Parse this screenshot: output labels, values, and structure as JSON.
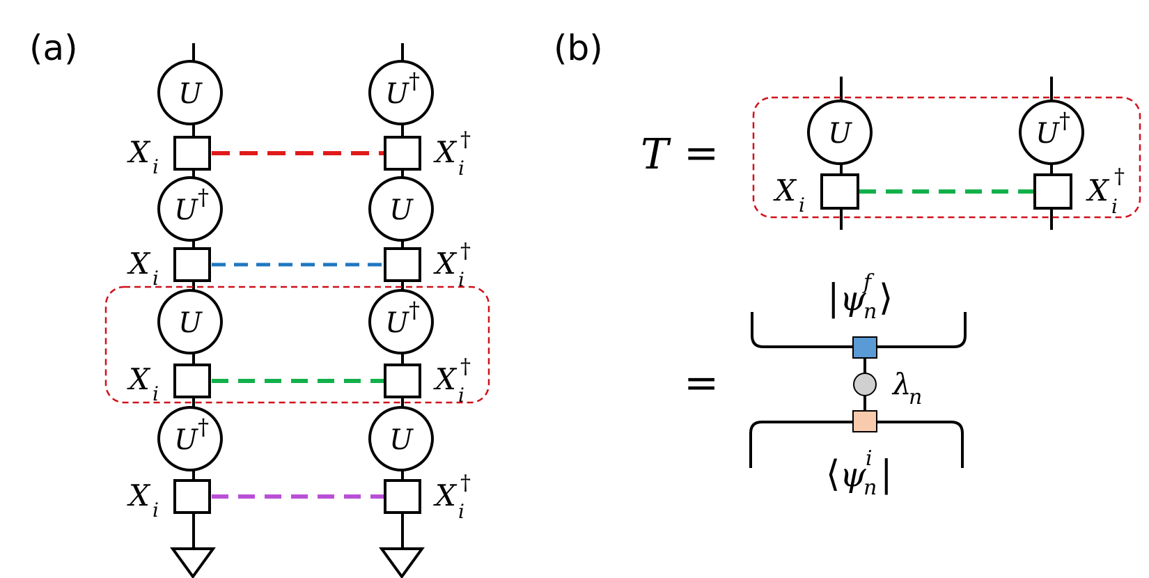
{
  "panels": {
    "a": "(a)",
    "b": "(b)"
  },
  "gates": {
    "U": "U",
    "U_dagger_base": "U",
    "X_base": "X",
    "X_sub": "i",
    "dagger": "†"
  },
  "equation": {
    "T": "T",
    "equals": "="
  },
  "bra_ket": {
    "ket_open": "|",
    "ket_psi": "ψ",
    "ket_sup": "f",
    "ket_sub": "n",
    "ket_close": "⟩",
    "bra_open": "⟨",
    "bra_psi": "ψ",
    "bra_sup": "i",
    "bra_sub": "n",
    "bra_close": "|",
    "lambda": "λ",
    "lambda_sub": "n"
  },
  "colors": {
    "red": "#e01a1a",
    "blue": "#1f77c0",
    "green": "#12b04b",
    "purple": "#b94fd6",
    "box_dashed": "#d0101a",
    "blue_tensor": "#5b9bd5",
    "salmon_tensor": "#f8cbad",
    "gray_node": "#d0d0d0"
  }
}
